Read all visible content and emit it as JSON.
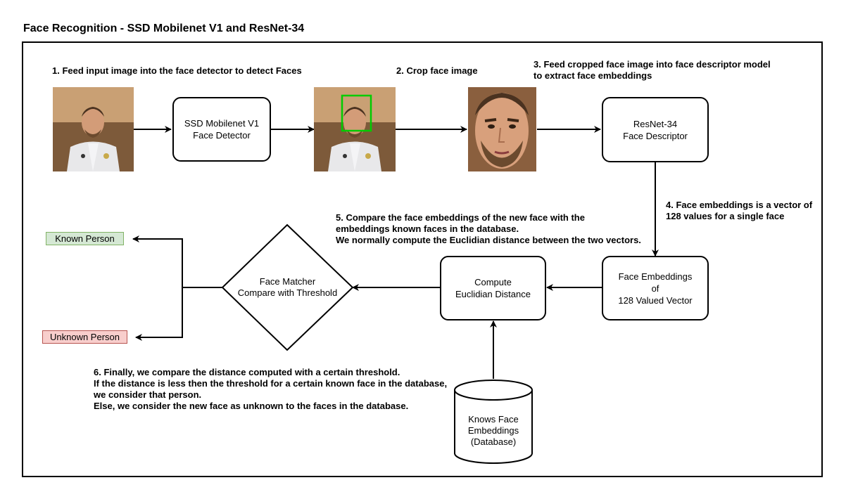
{
  "title": "Face Recognition - SSD Mobilenet V1 and ResNet-34",
  "steps": {
    "s1": "1. Feed input image into the face detector to detect Faces",
    "s2": "2. Crop face image",
    "s3_l1": "3. Feed cropped face image into face descriptor model",
    "s3_l2": "to extract face embeddings",
    "s4_l1": "4. Face embeddings is a vector of",
    "s4_l2": "128 values for a single face",
    "s5_l1": "5. Compare the face embeddings of the new face with the",
    "s5_l2": "embeddings known faces in the database.",
    "s5_l3": "We normally compute the Euclidian distance between the two vectors.",
    "s6_l1": "6. Finally, we compare the distance computed with a certain threshold.",
    "s6_l2": "If the distance is less then the threshold for a certain known face in the database,",
    "s6_l3": "we consider that person.",
    "s6_l4": "Else, we consider the new face as unknown to the faces in the database."
  },
  "nodes": {
    "detector": [
      "SSD Mobilenet V1",
      "Face Detector"
    ],
    "descriptor": [
      "ResNet-34",
      "Face Descriptor"
    ],
    "embeddings": [
      "Face Embeddings",
      "of",
      "128 Valued Vector"
    ],
    "distance": [
      "Compute",
      "Euclidian Distance"
    ],
    "matcher": [
      "Face Matcher",
      "Compare with Threshold"
    ],
    "database": [
      "Knows Face",
      "Embeddings",
      "(Database)"
    ]
  },
  "results": {
    "known": {
      "label": "Known Person",
      "bg": "#d5e8d4",
      "border": "#82b366"
    },
    "unknown": {
      "label": "Unknown Person",
      "bg": "#f8cecc",
      "border": "#b85450"
    }
  },
  "colors": {
    "detection_box": "#00cc00"
  }
}
